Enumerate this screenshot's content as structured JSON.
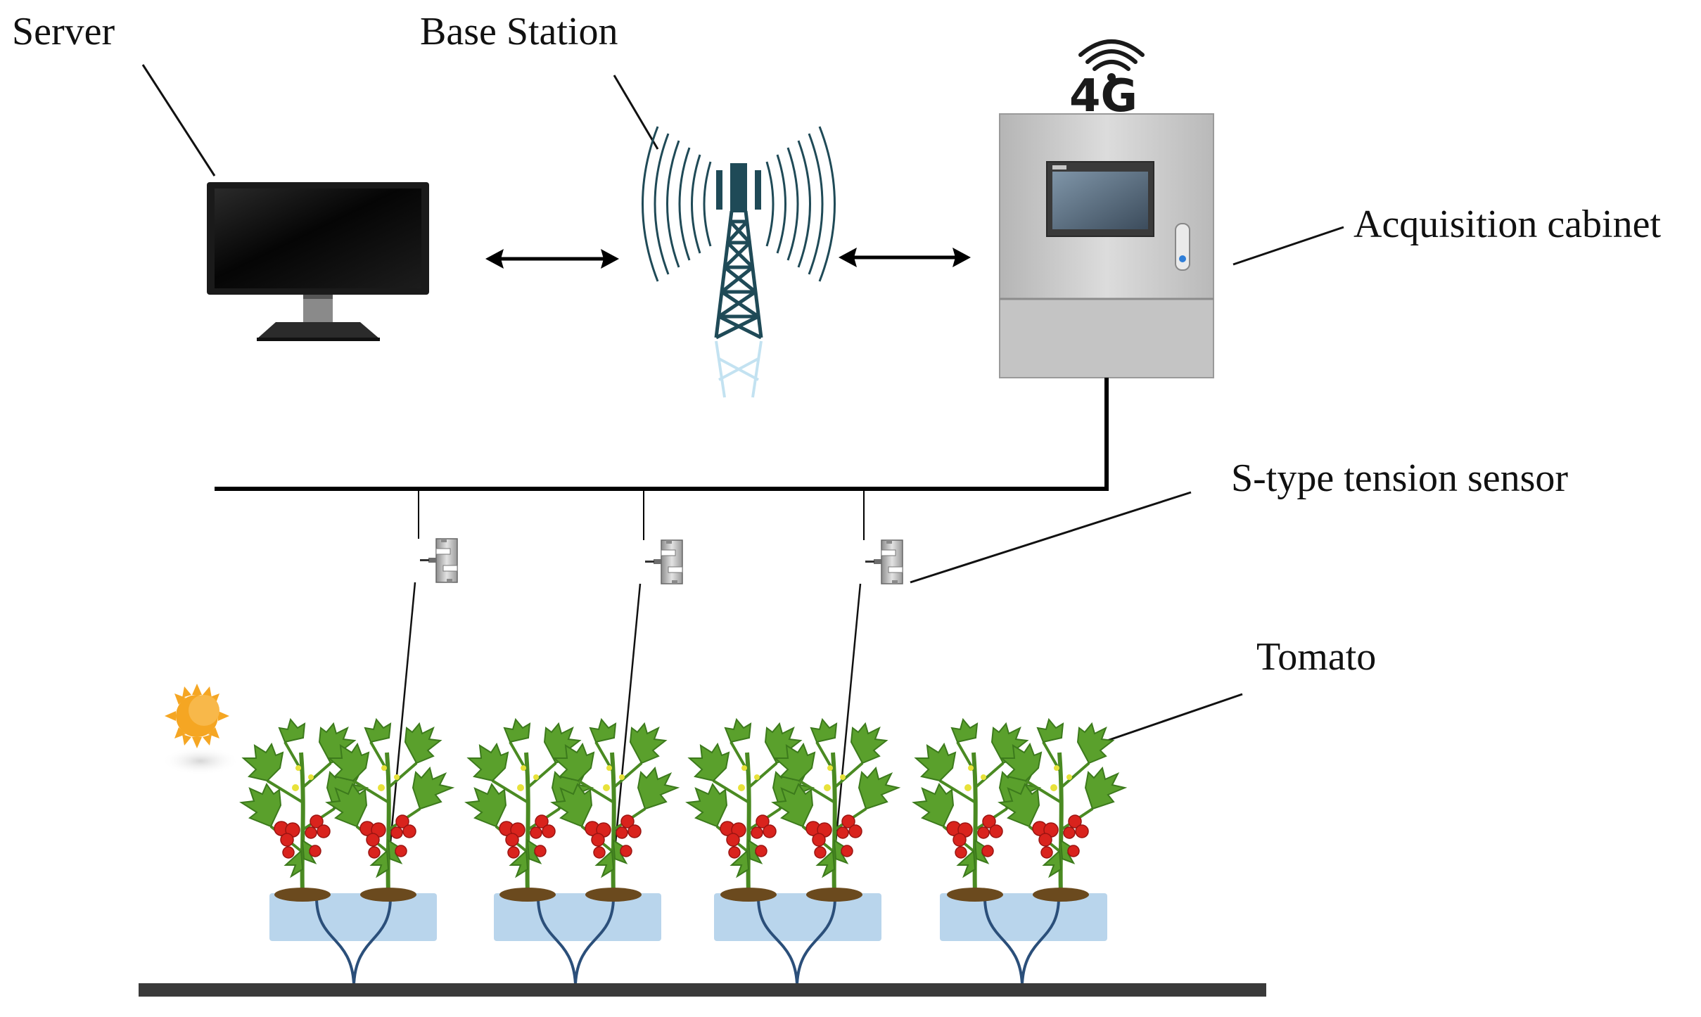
{
  "labels": {
    "server": "Server",
    "base_station": "Base Station",
    "acquisition_cabinet": "Acquisition cabinet",
    "tension_sensor": "S-type tension sensor",
    "tomato": "Tomato",
    "network": "4G"
  },
  "icons": {
    "server": "monitor-icon",
    "base_station": "cell-tower-icon",
    "cabinet": "control-cabinet-icon",
    "sensor": "s-type-load-cell-icon",
    "plant": "tomato-plant-icon",
    "sun": "sun-icon",
    "wireless": "wifi-signal-icon"
  },
  "colors": {
    "line": "#111111",
    "leaf": "#5aa02c",
    "leaf_dark": "#3c7a1c",
    "tomato": "#d9231d",
    "water": "#b9d5ec",
    "pipe": "#2b4f7a",
    "cabinet": "#c9c9c9",
    "sun": "#f5a623",
    "tower": "#1f4a57",
    "ground": "#3a3a3a"
  }
}
